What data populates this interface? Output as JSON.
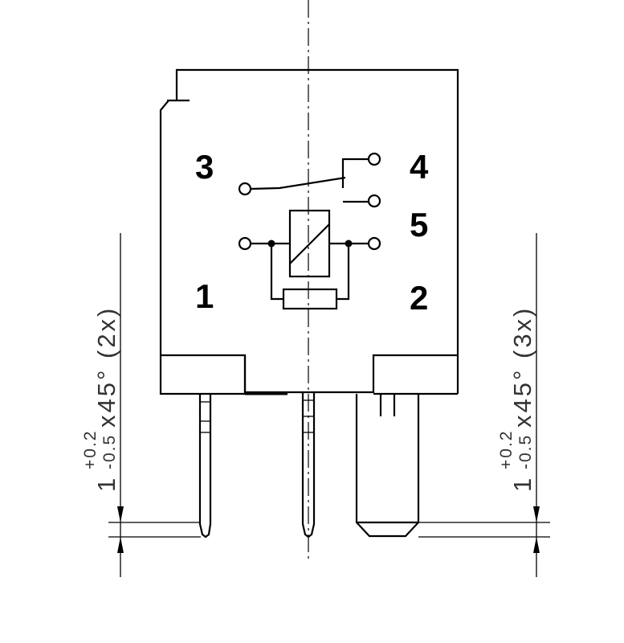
{
  "terminals": {
    "t1": "1",
    "t2": "2",
    "t3": "3",
    "t4": "4",
    "t5": "5"
  },
  "dimensions": {
    "left": {
      "nominal": "1",
      "upper_tol": "+0.2",
      "lower_tol": "-0.5",
      "suffix": "x45° (2x)"
    },
    "right": {
      "nominal": "1",
      "upper_tol": "+0.2",
      "lower_tol": "-0.5",
      "suffix": "x45° (3x)"
    }
  },
  "colors": {
    "line": "#000000",
    "dimension_text": "#333333"
  }
}
